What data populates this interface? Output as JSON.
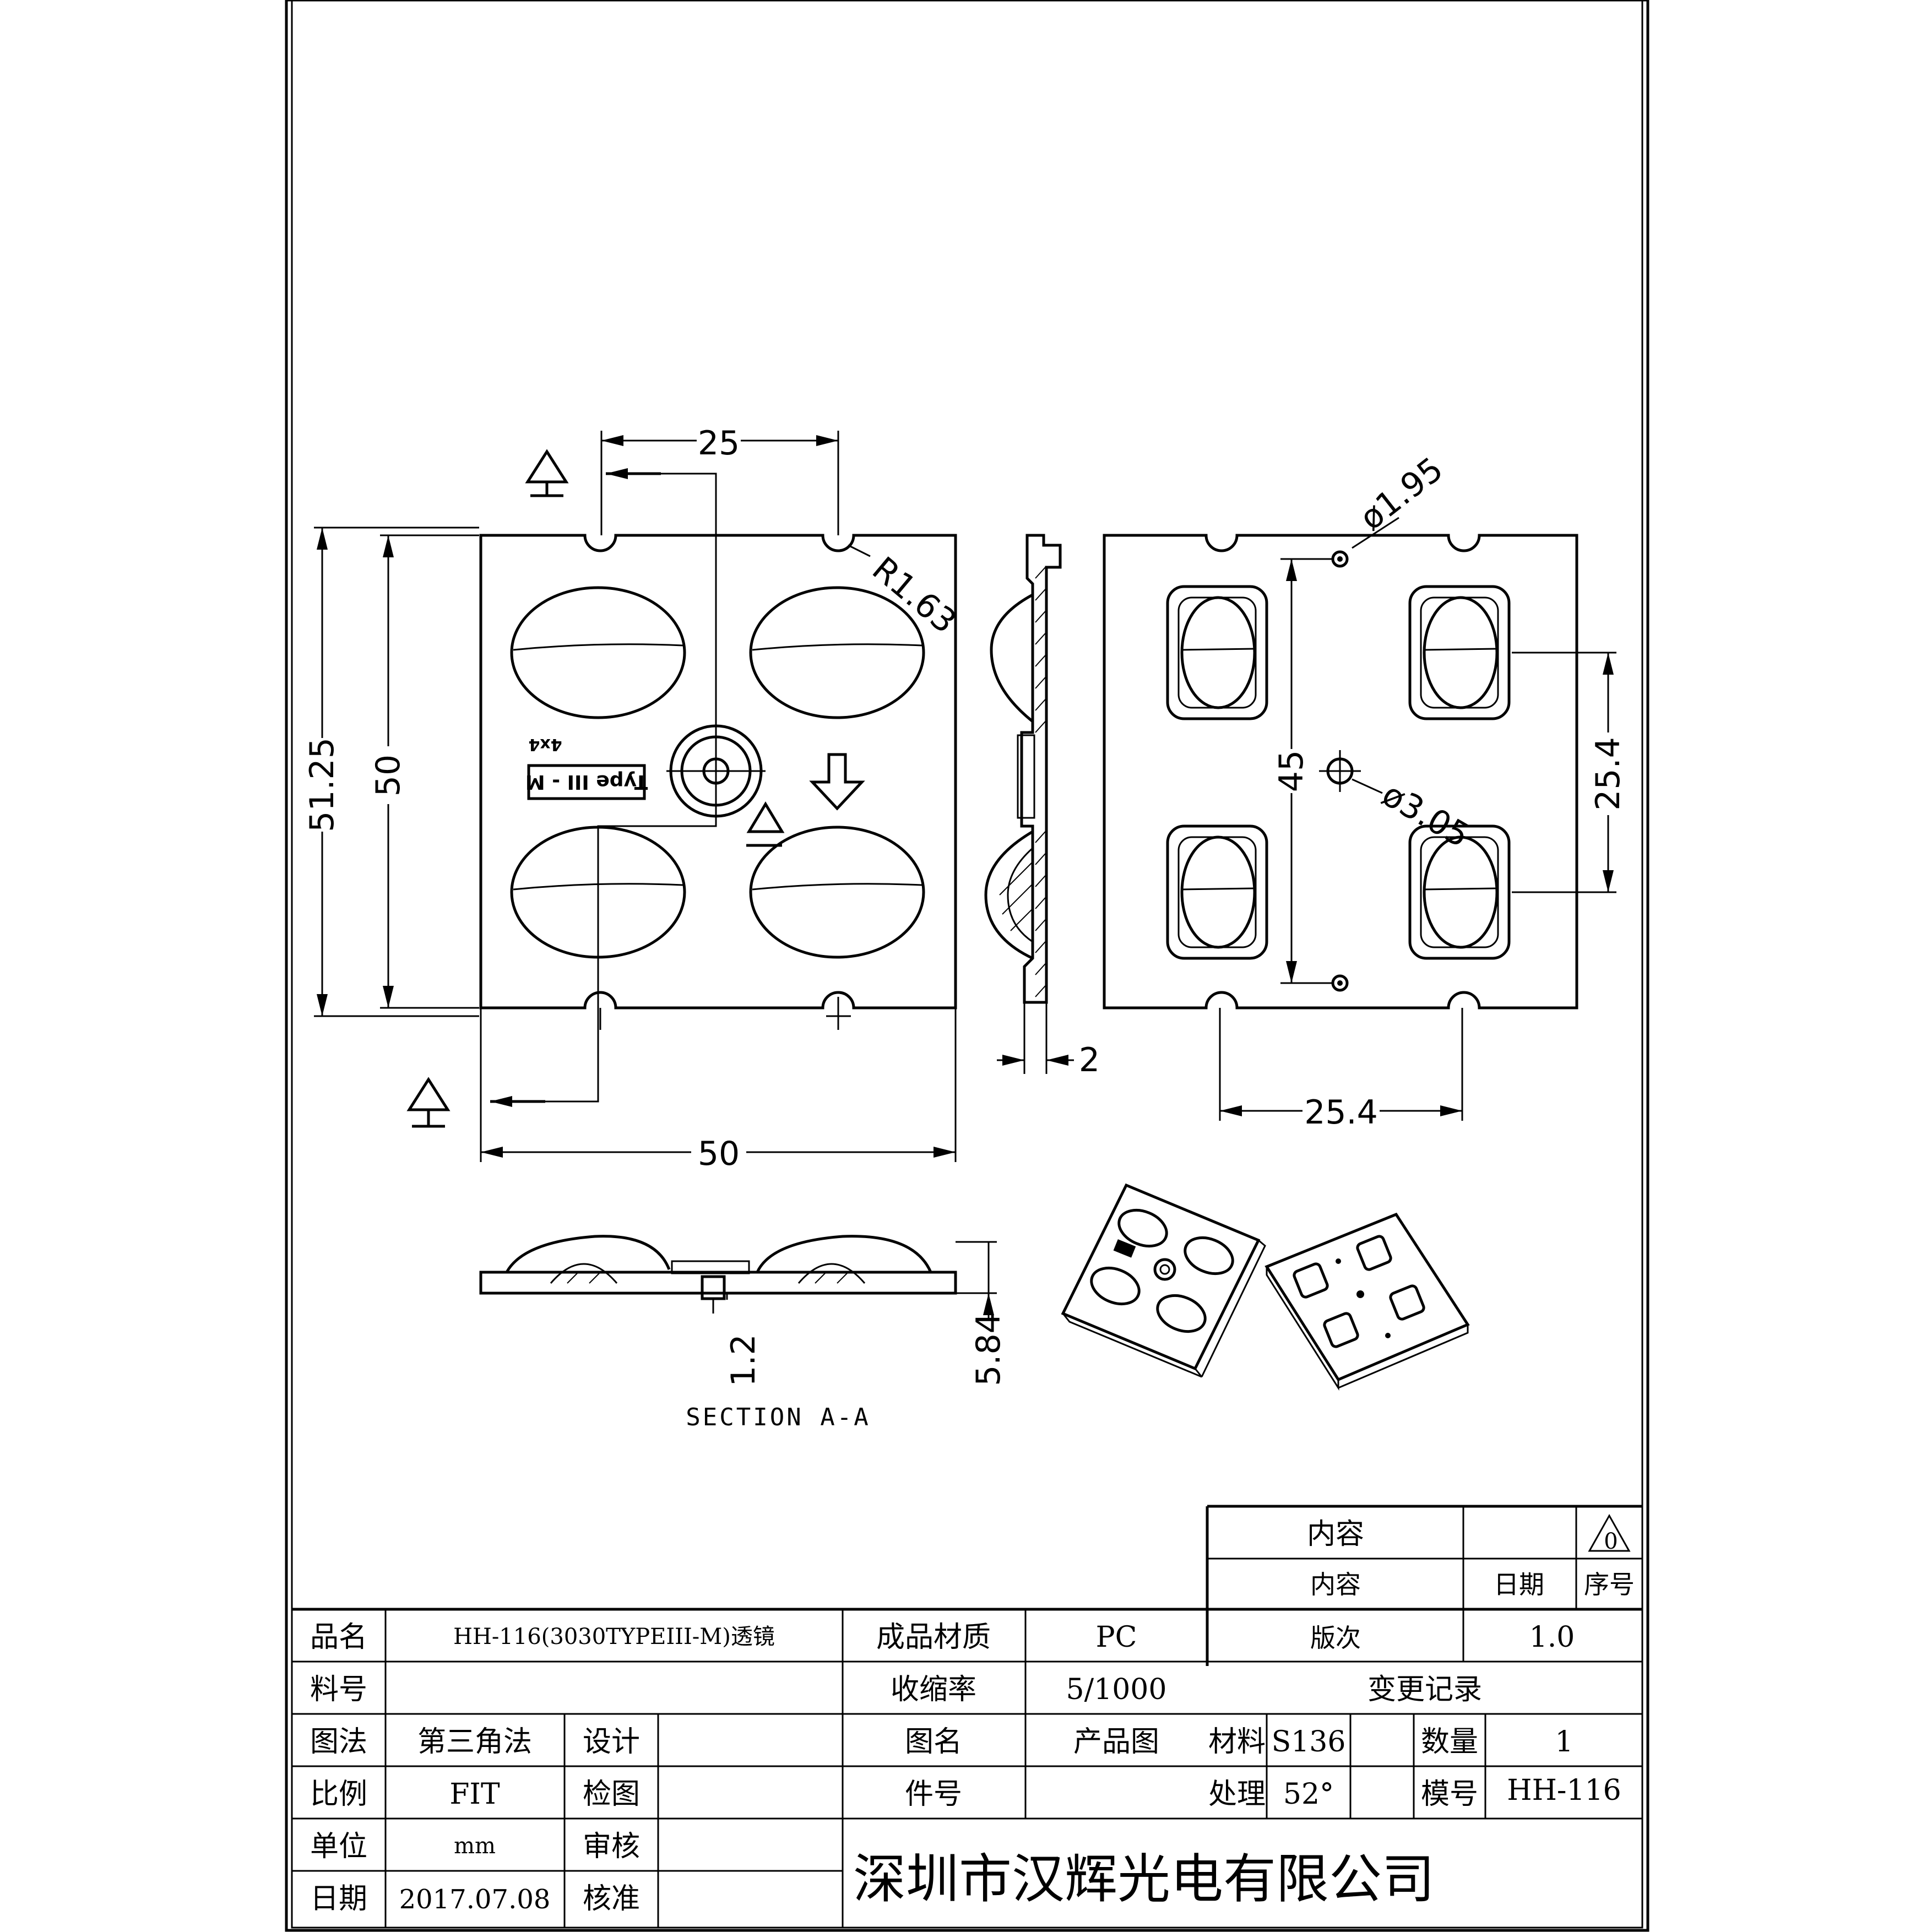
{
  "dimensions": {
    "top_25": "25",
    "r163": "R1.63",
    "h5125": "51.25",
    "h50": "50",
    "bottom_50": "50",
    "thick_2": "2",
    "d195": "ø1.95",
    "d305": "ø3.05",
    "v45": "45",
    "v254": "25.4",
    "h254": "25.4",
    "sec_12": "1.2",
    "sec_584": "5.84"
  },
  "labels": {
    "section_mark": "A",
    "section_caption": "SECTION A-A",
    "lens_mark": "Type III - M",
    "lens_sub": "4x4"
  },
  "title_block": {
    "rev_header": "内容",
    "rev_triangle": "0",
    "col_content": "内容",
    "col_date": "日期",
    "col_seq": "序号",
    "product_name_label": "品名",
    "product_name": "HH-116(3030TYPEIII-M)透镜",
    "material_label": "成品材质",
    "material": "PC",
    "version_label": "版次",
    "version": "1.0",
    "part_no_label": "料号",
    "shrink_label": "收缩率",
    "shrink": "5/1000",
    "change_record": "变更记录",
    "projection_label": "图法",
    "projection": "第三角法",
    "design_label": "设计",
    "drawing_name_label": "图名",
    "drawing_name": "产品图",
    "mat2_label": "材料",
    "mat2": "S136",
    "qty_label": "数量",
    "qty": "1",
    "scale_label": "比例",
    "scale": "FIT",
    "check_label": "检图",
    "item_no_label": "件号",
    "treatment_label": "处理",
    "treatment": "52°",
    "mold_label": "模号",
    "mold": "HH-116",
    "unit_label": "单位",
    "unit": "mm",
    "review_label": "审核",
    "date_label": "日期",
    "date": "2017.07.08",
    "approve_label": "核准",
    "company": "深圳市汉辉光电有限公司"
  }
}
